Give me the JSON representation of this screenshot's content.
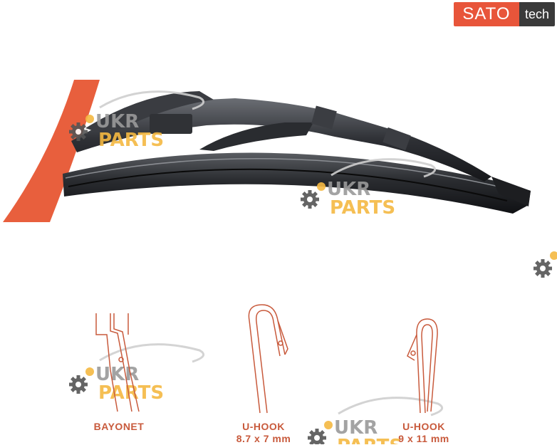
{
  "brand": {
    "name_part1": "SATO",
    "name_part2": "tech",
    "primary_color": "#e8553a",
    "dark_color": "#3a3a3a"
  },
  "watermark": {
    "line1": "UKR",
    "line2": "PARTS",
    "color": "#f5b942",
    "icon": "gear-icon"
  },
  "adapters": [
    {
      "name": "BAYONET",
      "size": ""
    },
    {
      "name": "U-HOOK",
      "size": "8.7 x 7 mm"
    },
    {
      "name": "U-HOOK",
      "size": "9 x 11 mm"
    }
  ],
  "accent_color": "#c85a3c"
}
